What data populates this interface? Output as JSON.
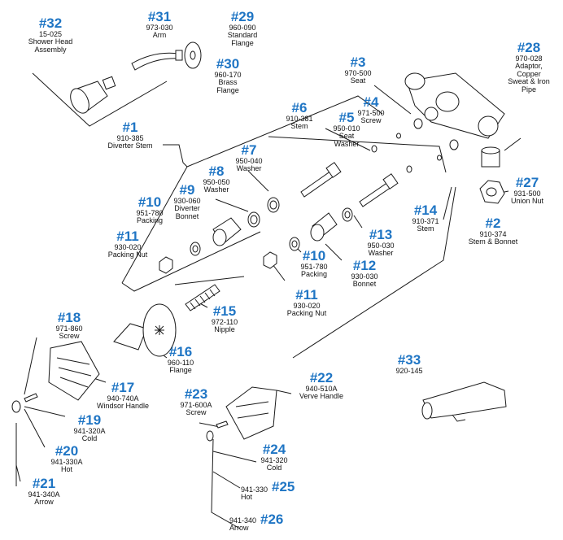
{
  "colors": {
    "callout": "#1f75c4",
    "text": "#111111",
    "line": "#1a1a1a"
  },
  "parts": {
    "p32": {
      "num": "#32",
      "pn": "15-025",
      "name": "Shower Head Assembly"
    },
    "p31": {
      "num": "#31",
      "pn": "973-030",
      "name": "Arm"
    },
    "p29": {
      "num": "#29",
      "pn": "960-090",
      "name": "Standard Flange"
    },
    "p30": {
      "num": "#30",
      "pn": "960-170",
      "name": "Brass Flange"
    },
    "p3": {
      "num": "#3",
      "pn": "970-500",
      "name": "Seat"
    },
    "p28": {
      "num": "#28",
      "pn": "970-028",
      "name": "Adaptor, Copper Sweat & Iron Pipe"
    },
    "p6": {
      "num": "#6",
      "pn": "910-381",
      "name": "Stem"
    },
    "p4": {
      "num": "#4",
      "pn": "971-500",
      "name": "Screw"
    },
    "p5": {
      "num": "#5",
      "pn": "950-010",
      "name": "Seat Washer"
    },
    "p1": {
      "num": "#1",
      "pn": "910-385",
      "name": "Diverter Stem"
    },
    "p7": {
      "num": "#7",
      "pn": "950-040",
      "name": "Washer"
    },
    "p8": {
      "num": "#8",
      "pn": "950-050",
      "name": "Washer"
    },
    "p9": {
      "num": "#9",
      "pn": "930-060",
      "name": "Diverter Bonnet"
    },
    "p27": {
      "num": "#27",
      "pn": "931-500",
      "name": "Union Nut"
    },
    "p10a": {
      "num": "#10",
      "pn": "951-780",
      "name": "Packing"
    },
    "p14": {
      "num": "#14",
      "pn": "910-371",
      "name": "Stem"
    },
    "p2": {
      "num": "#2",
      "pn": "910-374",
      "name": "Stem & Bonnet"
    },
    "p11a": {
      "num": "#11",
      "pn": "930-020",
      "name": "Packing Nut"
    },
    "p13": {
      "num": "#13",
      "pn": "950-030",
      "name": "Washer"
    },
    "p10b": {
      "num": "#10",
      "pn": "951-780",
      "name": "Packing"
    },
    "p12": {
      "num": "#12",
      "pn": "930-030",
      "name": "Bonnet"
    },
    "p11b": {
      "num": "#11",
      "pn": "930-020",
      "name": "Packing Nut"
    },
    "p15": {
      "num": "#15",
      "pn": "972-110",
      "name": "Nipple"
    },
    "p18": {
      "num": "#18",
      "pn": "971-860",
      "name": "Screw"
    },
    "p16": {
      "num": "#16",
      "pn": "960-110",
      "name": "Flange"
    },
    "p33": {
      "num": "#33",
      "pn": "920-145",
      "name": ""
    },
    "p22": {
      "num": "#22",
      "pn": "940-510A",
      "name": "Verve Handle"
    },
    "p17": {
      "num": "#17",
      "pn": "940-740A",
      "name": "Windsor Handle"
    },
    "p23": {
      "num": "#23",
      "pn": "971-600A",
      "name": "Screw"
    },
    "p19": {
      "num": "#19",
      "pn": "941-320A",
      "name": "Cold"
    },
    "p20": {
      "num": "#20",
      "pn": "941-330A",
      "name": "Hot"
    },
    "p24": {
      "num": "#24",
      "pn": "941-320",
      "name": "Cold"
    },
    "p21": {
      "num": "#21",
      "pn": "941-340A",
      "name": "Arrow"
    },
    "p25": {
      "num": "#25",
      "pn": "941-330",
      "name": "Hot"
    },
    "p26": {
      "num": "#26",
      "pn": "941-340",
      "name": "Arrow"
    }
  }
}
